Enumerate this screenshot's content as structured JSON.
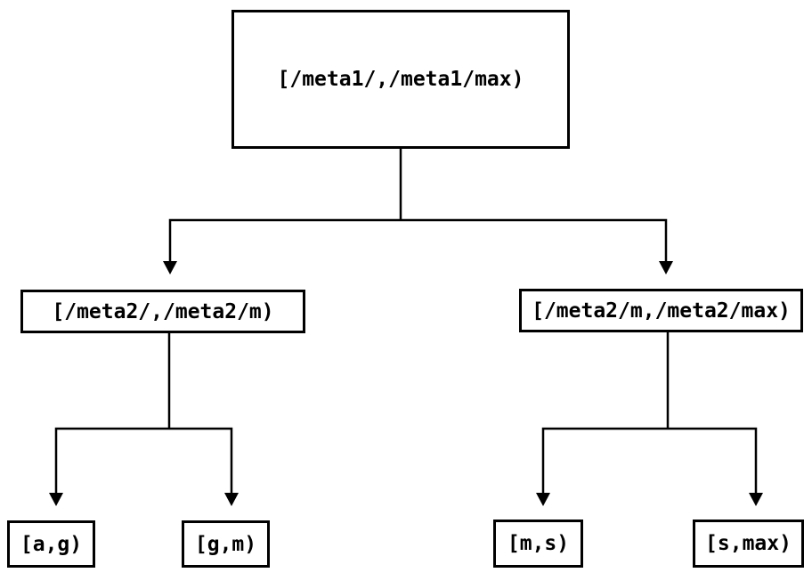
{
  "diagram": {
    "type": "tree",
    "nodes": {
      "root": {
        "label": "[/meta1/,/meta1/max)"
      },
      "l2_left": {
        "label": "[/meta2/,/meta2/m)"
      },
      "l2_right": {
        "label": "[/meta2/m,/meta2/max)"
      },
      "leaf_ag": {
        "label": "[a,g)"
      },
      "leaf_gm": {
        "label": "[g,m)"
      },
      "leaf_ms": {
        "label": "[m,s)"
      },
      "leaf_smax": {
        "label": "[s,max)"
      }
    },
    "edges": [
      {
        "from": "root",
        "to": "l2_left"
      },
      {
        "from": "root",
        "to": "l2_right"
      },
      {
        "from": "l2_left",
        "to": "leaf_ag"
      },
      {
        "from": "l2_left",
        "to": "leaf_gm"
      },
      {
        "from": "l2_right",
        "to": "leaf_ms"
      },
      {
        "from": "l2_right",
        "to": "leaf_smax"
      }
    ],
    "colors": {
      "line": "#000000",
      "text": "#000000",
      "background": "#ffffff"
    }
  }
}
